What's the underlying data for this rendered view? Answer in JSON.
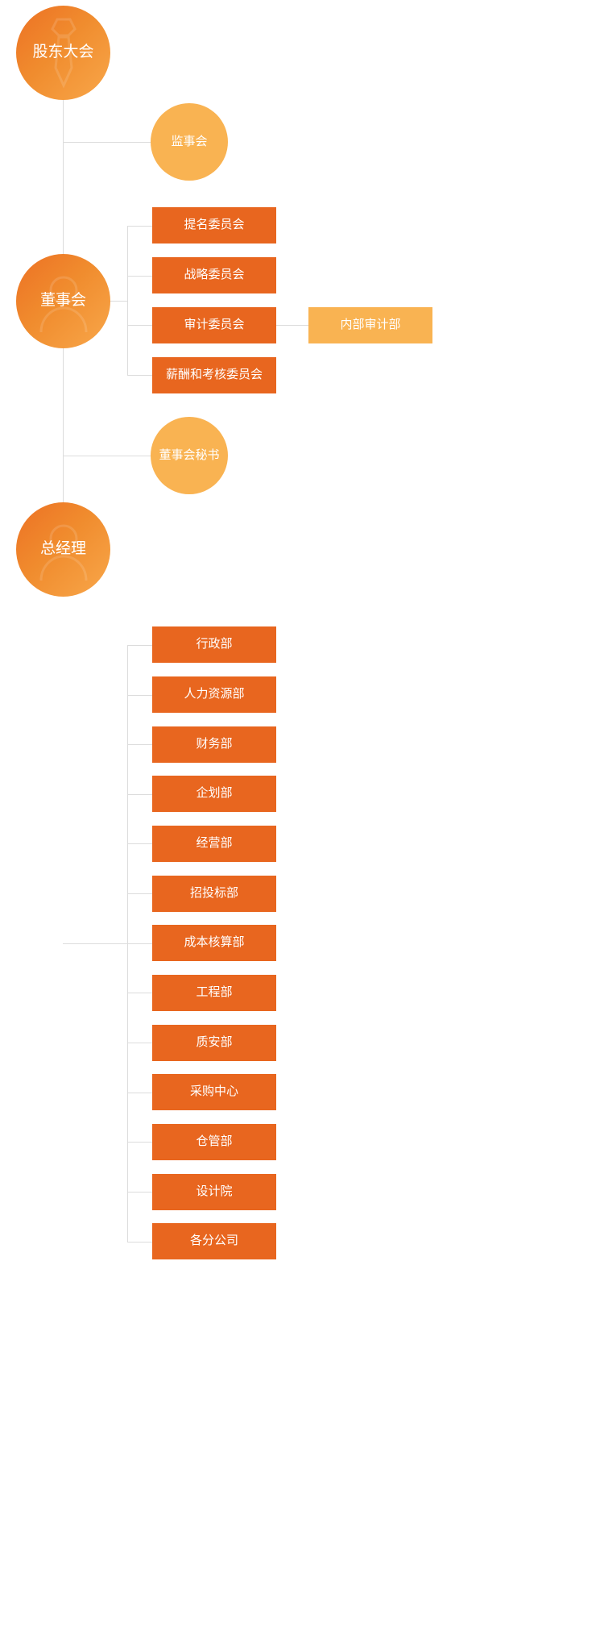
{
  "meta": {
    "title": "公司组织架构图",
    "colors": {
      "box_dark": "#E8661F",
      "box_light": "#F9B352",
      "circle_gradient_from": "#ED7124",
      "circle_gradient_to": "#F8A74A",
      "circle_flat": "#F9B352",
      "connector": "#DCDCDC",
      "text": "#FFFFFF",
      "background": "#FFFFFF"
    }
  },
  "nodes": {
    "shareholders_meeting": {
      "label": "股东大会",
      "icon": "necktie-watermark-icon"
    },
    "supervisory_board": {
      "label": "监事会"
    },
    "board_of_directors": {
      "label": "董事会",
      "icon": "person-watermark-icon"
    },
    "board_secretary": {
      "label": "董事会秘书"
    },
    "general_manager": {
      "label": "总经理",
      "icon": "person-watermark-icon"
    },
    "internal_audit": {
      "label": "内部审计部"
    }
  },
  "committees": [
    {
      "label": "提名委员会"
    },
    {
      "label": "战略委员会"
    },
    {
      "label": "审计委员会"
    },
    {
      "label": "薪酬和考核委员会"
    }
  ],
  "departments": [
    {
      "label": "行政部"
    },
    {
      "label": "人力资源部"
    },
    {
      "label": "财务部"
    },
    {
      "label": "企划部"
    },
    {
      "label": "经营部"
    },
    {
      "label": "招投标部"
    },
    {
      "label": "成本核算部"
    },
    {
      "label": "工程部"
    },
    {
      "label": "质安部"
    },
    {
      "label": "采购中心"
    },
    {
      "label": "仓管部"
    },
    {
      "label": "设计院"
    },
    {
      "label": "各分公司"
    }
  ]
}
